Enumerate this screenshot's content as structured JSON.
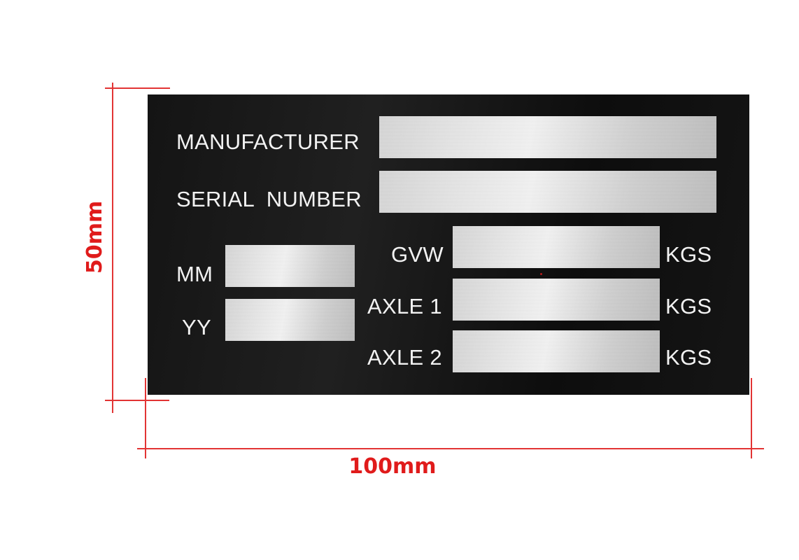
{
  "plate": {
    "labels": {
      "manufacturer": "MANUFACTURER",
      "serial_number": "SERIAL  NUMBER",
      "mm": "MM",
      "yy": "YY",
      "gvw": "GVW",
      "axle1": "AXLE 1",
      "axle2": "AXLE 2",
      "kgs_gvw": "KGS",
      "kgs_axle1": "KGS",
      "kgs_axle2": "KGS"
    }
  },
  "dimensions": {
    "height": "50mm",
    "width": "100mm"
  },
  "colors": {
    "plate": "#151515",
    "field": "#d9d9d9",
    "text": "#f2f2f2",
    "dimension": "#e01b1b"
  }
}
